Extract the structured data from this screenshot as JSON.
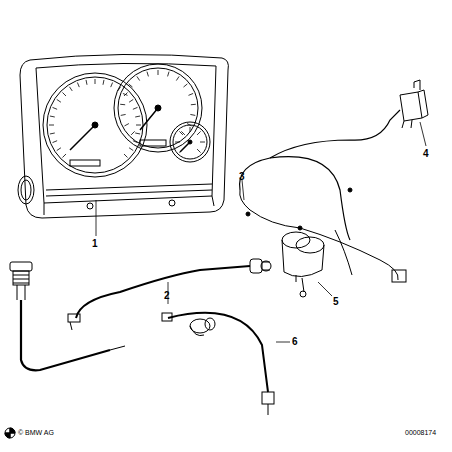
{
  "diagram": {
    "labels": [
      "1",
      "2",
      "3",
      "4",
      "5",
      "6",
      "© BMW AG",
      "00008174"
    ]
  }
}
